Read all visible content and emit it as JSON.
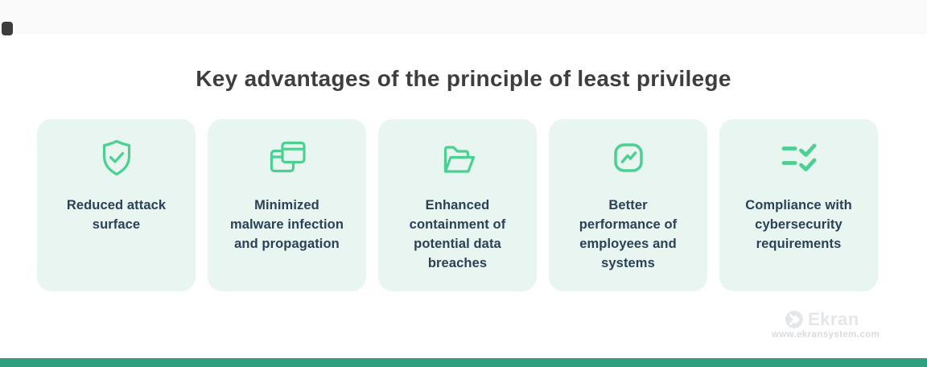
{
  "page": {
    "title": "Key advantages of the principle of least privilege"
  },
  "cards": [
    {
      "icon": "shield-check-icon",
      "label": "Reduced attack\nsurface"
    },
    {
      "icon": "overlap-windows-icon",
      "label": "Minimized\nmalware infection\nand propagation"
    },
    {
      "icon": "open-folder-icon",
      "label": "Enhanced\ncontainment of\npotential data\nbreaches"
    },
    {
      "icon": "trend-chart-icon",
      "label": "Better\nperformance of\nemployees and\nsystems"
    },
    {
      "icon": "checklist-icon",
      "label": "Compliance with\ncybersecurity\nrequirements"
    }
  ],
  "watermark": {
    "brand": "Ekran",
    "url": "www.ekransystem.com"
  },
  "colors": {
    "accent_green": "#4bd092",
    "card_bg": "#e8f5f0",
    "text_navy": "#2a4158",
    "title_gray": "#3e3e3e",
    "footer_bar_teal": "#2fa07e",
    "watermark_gray": "#e4e7ea"
  }
}
